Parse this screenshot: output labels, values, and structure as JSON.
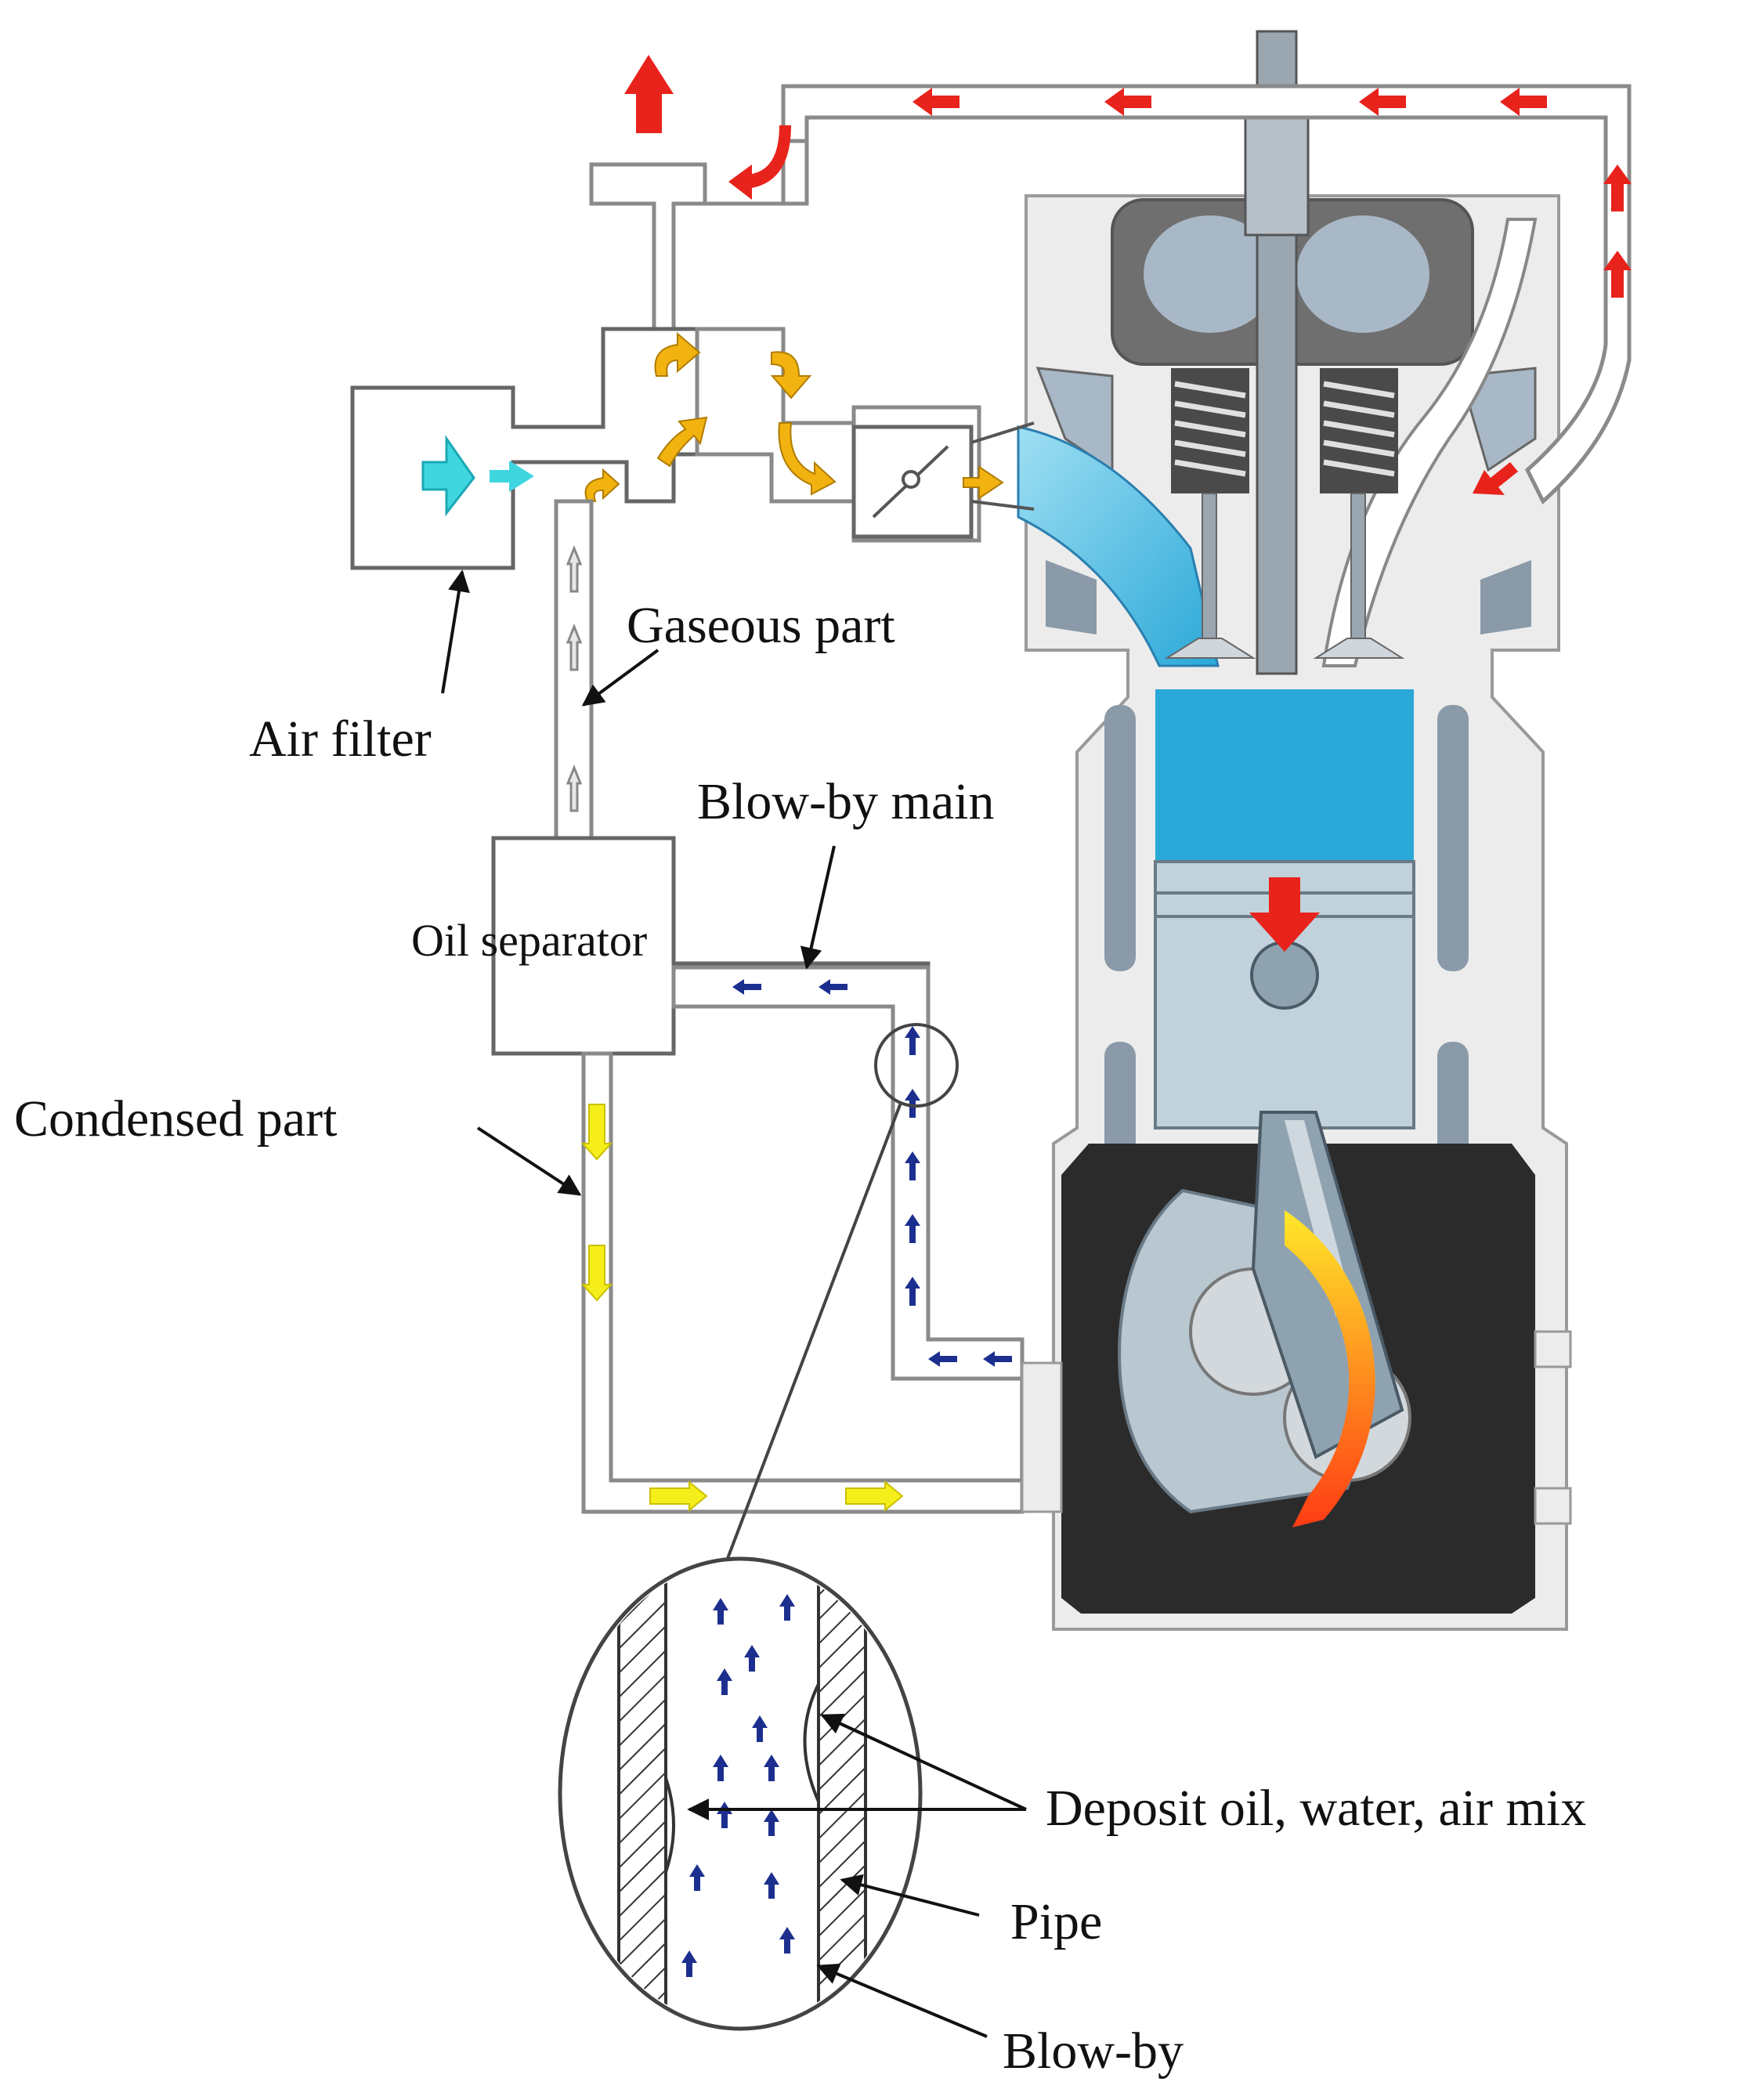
{
  "labels": {
    "air_filter": "Air filter",
    "gaseous_part": "Gaseous part",
    "blow_by_main": "Blow-by main",
    "oil_separator": "Oil separator",
    "condensed_part": "Condensed part",
    "deposit_mix": "Deposit oil, water, air mix",
    "pipe": "Pipe",
    "blow_by": "Blow-by"
  },
  "colors": {
    "exhaust_flow": "#e8231c",
    "intake_flow": "#f2b311",
    "fresh_air": "#3fd6e0",
    "blow_by_flow": "#1c2f8f",
    "condensed_flow": "#f5ee1a",
    "combustion_chamber": "#2aa8d8",
    "crankcase": "#2b2b2b",
    "gaseous_flow": "#c8c8c8"
  }
}
